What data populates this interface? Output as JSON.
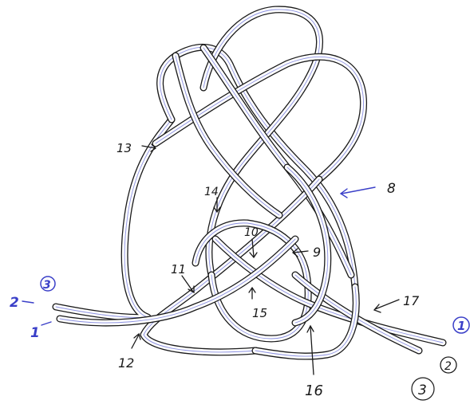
{
  "diagram": {
    "kind": "hand-drawn knot",
    "colors": {
      "ink": "#1a1a1a",
      "blue_ink": "#3a3fc8",
      "paper": "#ffffff"
    },
    "labels": {
      "l8": "8",
      "l9": "9",
      "l10": "10",
      "l11": "11",
      "l12": "12",
      "l13": "13",
      "l14": "14",
      "l15": "15",
      "l16": "16",
      "l17": "17",
      "left_3": "3",
      "left_2": "2",
      "left_1": "1",
      "right_1": "1",
      "right_2": "2",
      "right_3": "3"
    }
  }
}
